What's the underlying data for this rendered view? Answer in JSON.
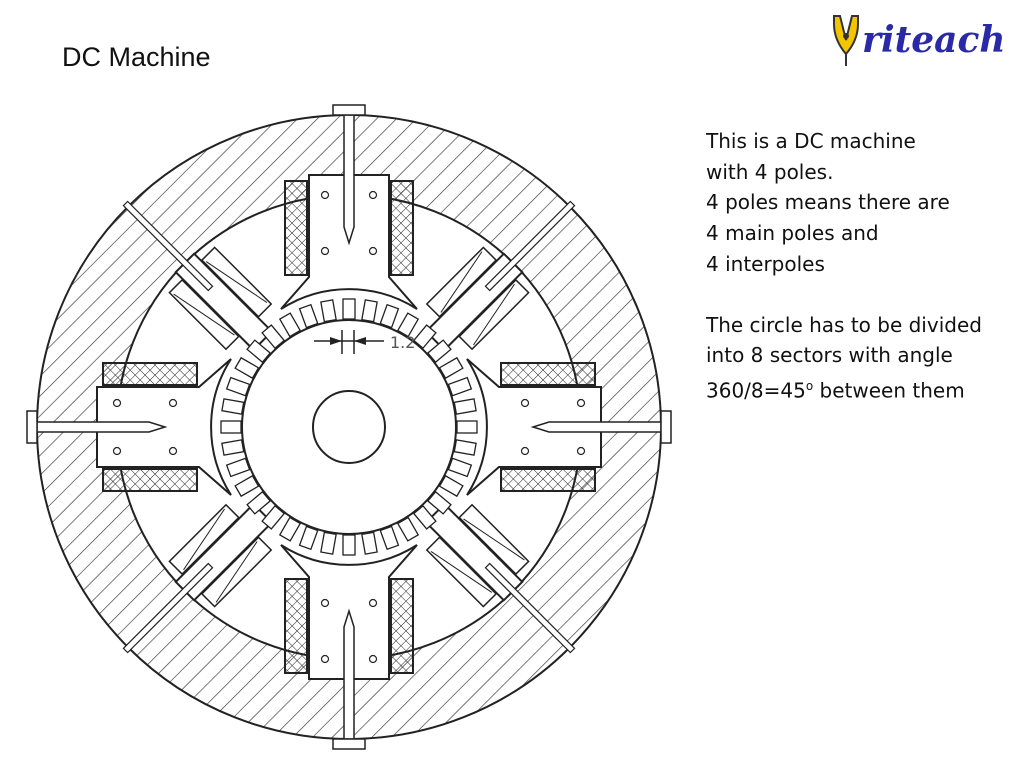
{
  "title": "DC Machine",
  "logo": {
    "text": "riteach"
  },
  "description": {
    "lines1": [
      "This is a DC machine",
      "with 4 poles.",
      "4 poles means there are",
      "4 main poles and",
      "4 interpoles"
    ],
    "lines2": [
      "The circle has to be divided",
      "into 8 sectors with angle"
    ],
    "angle_line_prefix": "360/8=45",
    "angle_line_sup": "o",
    "angle_line_suffix": " between them"
  },
  "diagram": {
    "dimension_label": "1.2",
    "poles": {
      "main": 4,
      "inter": 4
    },
    "colors": {
      "stroke": "#222222",
      "hatch": "#333333",
      "dim_label": "#555555"
    }
  }
}
